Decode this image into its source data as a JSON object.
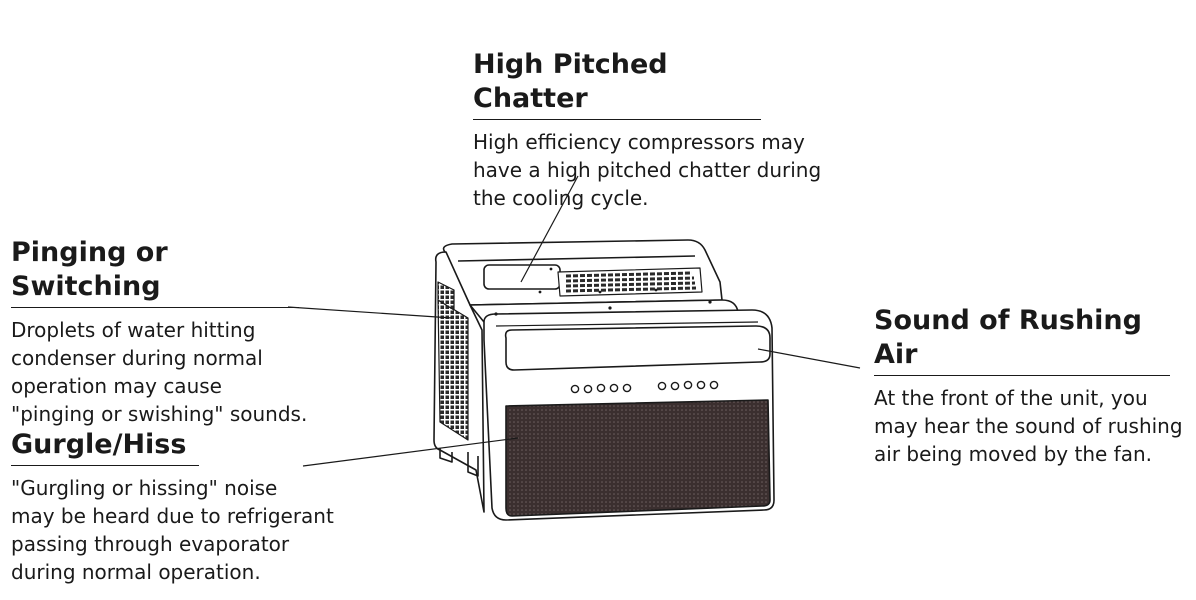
{
  "callouts": {
    "high_pitched": {
      "title": "High Pitched Chatter",
      "body": "High efficiency compressors may\nhave a high pitched chatter during\nthe cooling cycle."
    },
    "pinging": {
      "title": "Pinging or Switching",
      "body": "Droplets of water hitting\ncondenser during normal\noperation may cause\n\"pinging or swishing\" sounds."
    },
    "gurgle": {
      "title": "Gurgle/Hiss",
      "body": "\"Gurgling or hissing\" noise\nmay be heard due to refrigerant\npassing through evaporator\nduring normal operation."
    },
    "rushing_air": {
      "title": "Sound of Rushing Air",
      "body": "At the front of the unit, you\nmay hear the sound of rushing\nair being moved by the fan."
    }
  },
  "illustration": {
    "subject": "window-air-conditioner",
    "grille_color": "#3b2f2f",
    "line_color": "#1a1a1a"
  }
}
